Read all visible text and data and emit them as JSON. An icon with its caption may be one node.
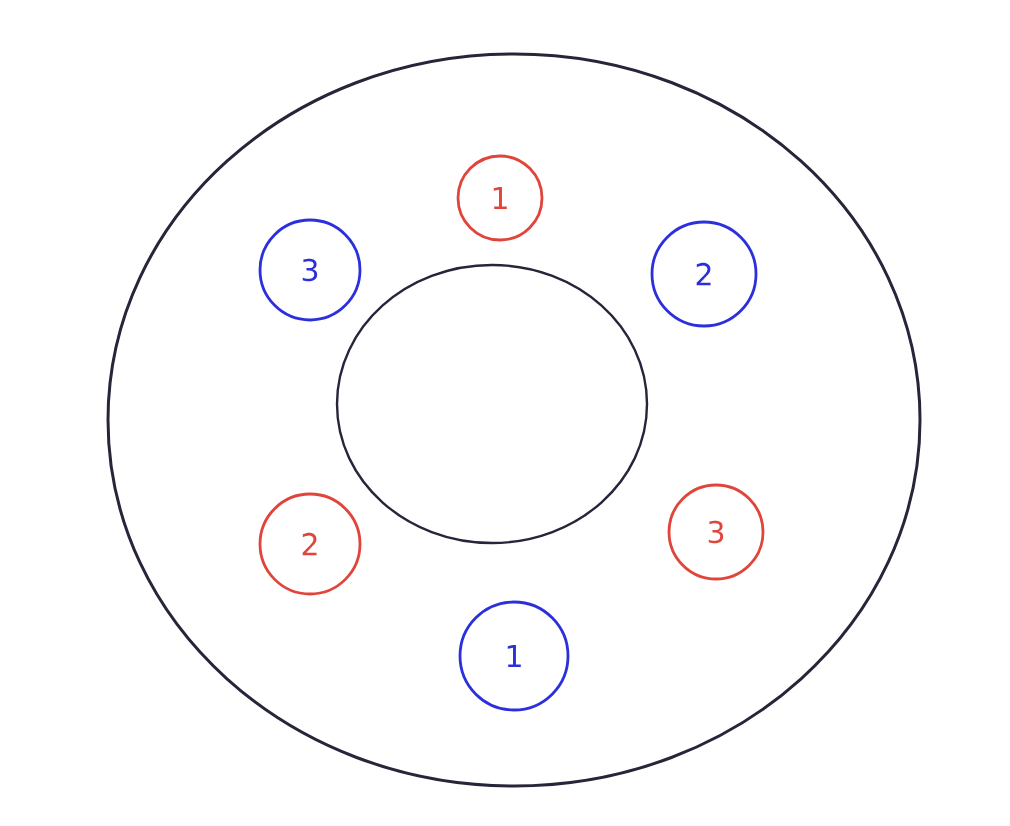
{
  "diagram": {
    "nodes": [
      {
        "text": [],
        "shape": "ring"
      },
      {
        "text": [
          "1"
        ],
        "in": 0
      },
      {
        "text": [
          "3"
        ],
        "in": 0
      },
      {
        "text": [
          "2"
        ],
        "in": 0
      },
      {
        "text": [
          "2"
        ],
        "in": 0
      },
      {
        "text": [
          "3"
        ],
        "in": 0
      },
      {
        "text": [
          "1"
        ],
        "in": 0
      }
    ]
  }
}
